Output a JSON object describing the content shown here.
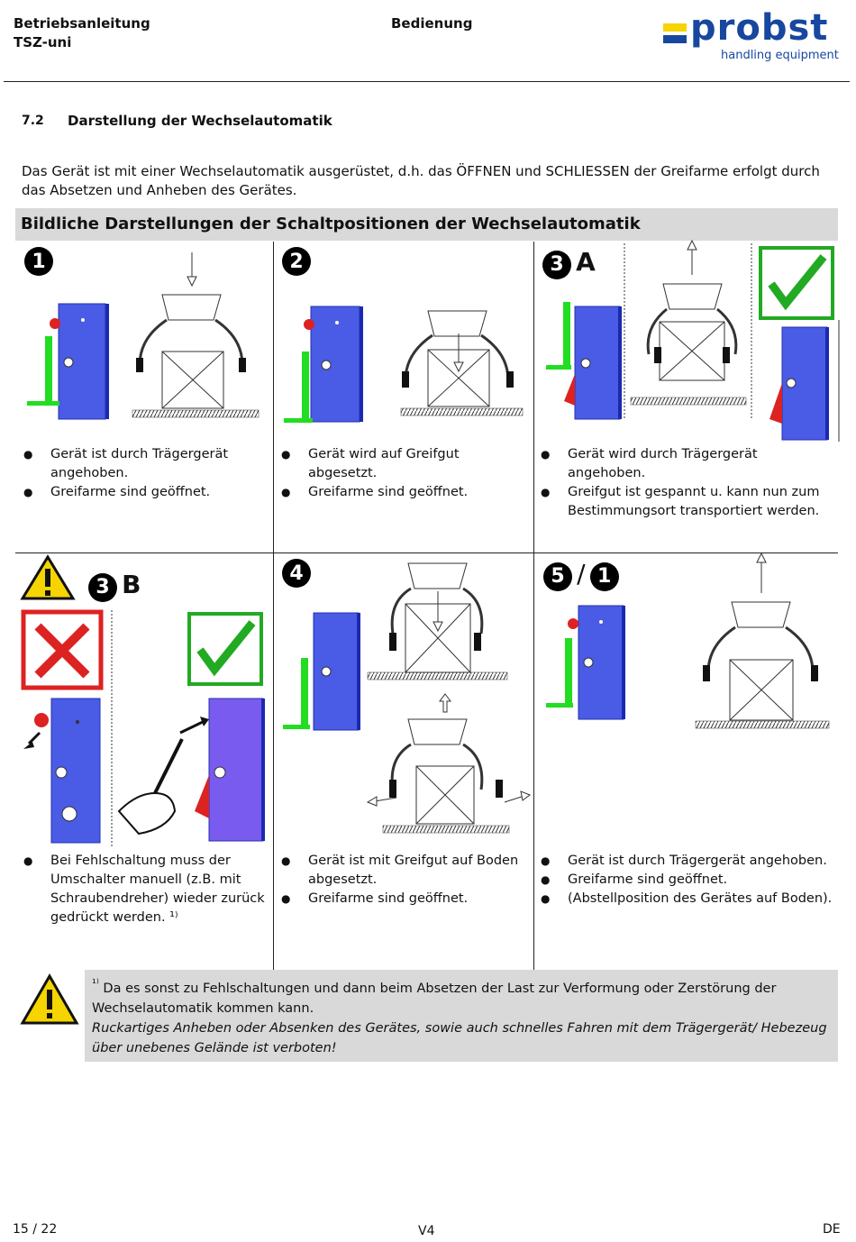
{
  "header": {
    "left_line1": "Betriebsanleitung",
    "left_line2": "TSZ-uni",
    "center": "Bedienung",
    "logo_word": "probst",
    "logo_sub": "handling equipment"
  },
  "section": {
    "number": "7.2",
    "title": "Darstellung der Wechselautomatik",
    "intro": "Das Gerät ist mit einer Wechselautomatik ausgerüstet, d.h. das ÖFFNEN und SCHLIESSEN der Greifarme erfolgt durch das Absetzen und Anheben des Gerätes.",
    "banner": "Bildliche Darstellungen der Schaltpositionen der Wechselautomatik"
  },
  "cells": [
    {
      "num": "1",
      "suffix": "",
      "bullets": [
        "Gerät ist durch Trägergerät angehoben.",
        "Greifarme sind geöffnet."
      ]
    },
    {
      "num": "2",
      "suffix": "",
      "bullets": [
        "Gerät wird auf Greifgut abgesetzt.",
        "Greifarme sind geöffnet."
      ]
    },
    {
      "num": "3",
      "suffix": "A",
      "bullets": [
        "Gerät wird durch Trägergerät angehoben.",
        "Greifgut ist gespannt u. kann nun zum Bestimmungsort transportiert werden."
      ]
    },
    {
      "num": "3",
      "suffix": "B",
      "bullets": [
        "Bei Fehlschaltung muss der Umschalter manuell (z.B. mit Schraubendreher) wieder zurück gedrückt werden.  ¹⁾"
      ]
    },
    {
      "num": "4",
      "suffix": "",
      "bullets": [
        "Gerät ist mit Greifgut auf Boden abgesetzt.",
        "Greifarme sind geöffnet."
      ]
    },
    {
      "num": "5",
      "num2": "1",
      "bullets": [
        "Gerät ist durch Trägergerät angehoben.",
        "Greifarme sind geöffnet.",
        "(Abstellposition des Gerätes auf Boden)."
      ]
    }
  ],
  "note": {
    "marker": "¹⁾",
    "line1": "Da es sonst zu Fehlschaltungen und dann beim Absetzen der Last zur Verformung oder Zerstörung der Wechselautomatik kommen kann.",
    "line2": "Ruckartiges Anheben oder Absenken des Gerätes, sowie auch schnelles Fahren mit dem Trägergerät/ Hebezeug über unebenes Gelände ist verboten!"
  },
  "footer": {
    "page": "15 / 22",
    "version": "V4",
    "lang": "DE"
  },
  "colors": {
    "blue": "#17479e",
    "yellow": "#f5d400",
    "device": "#4a5be6",
    "green": "#22dd22",
    "red": "#dd2222",
    "banner": "#d9d9d9"
  }
}
